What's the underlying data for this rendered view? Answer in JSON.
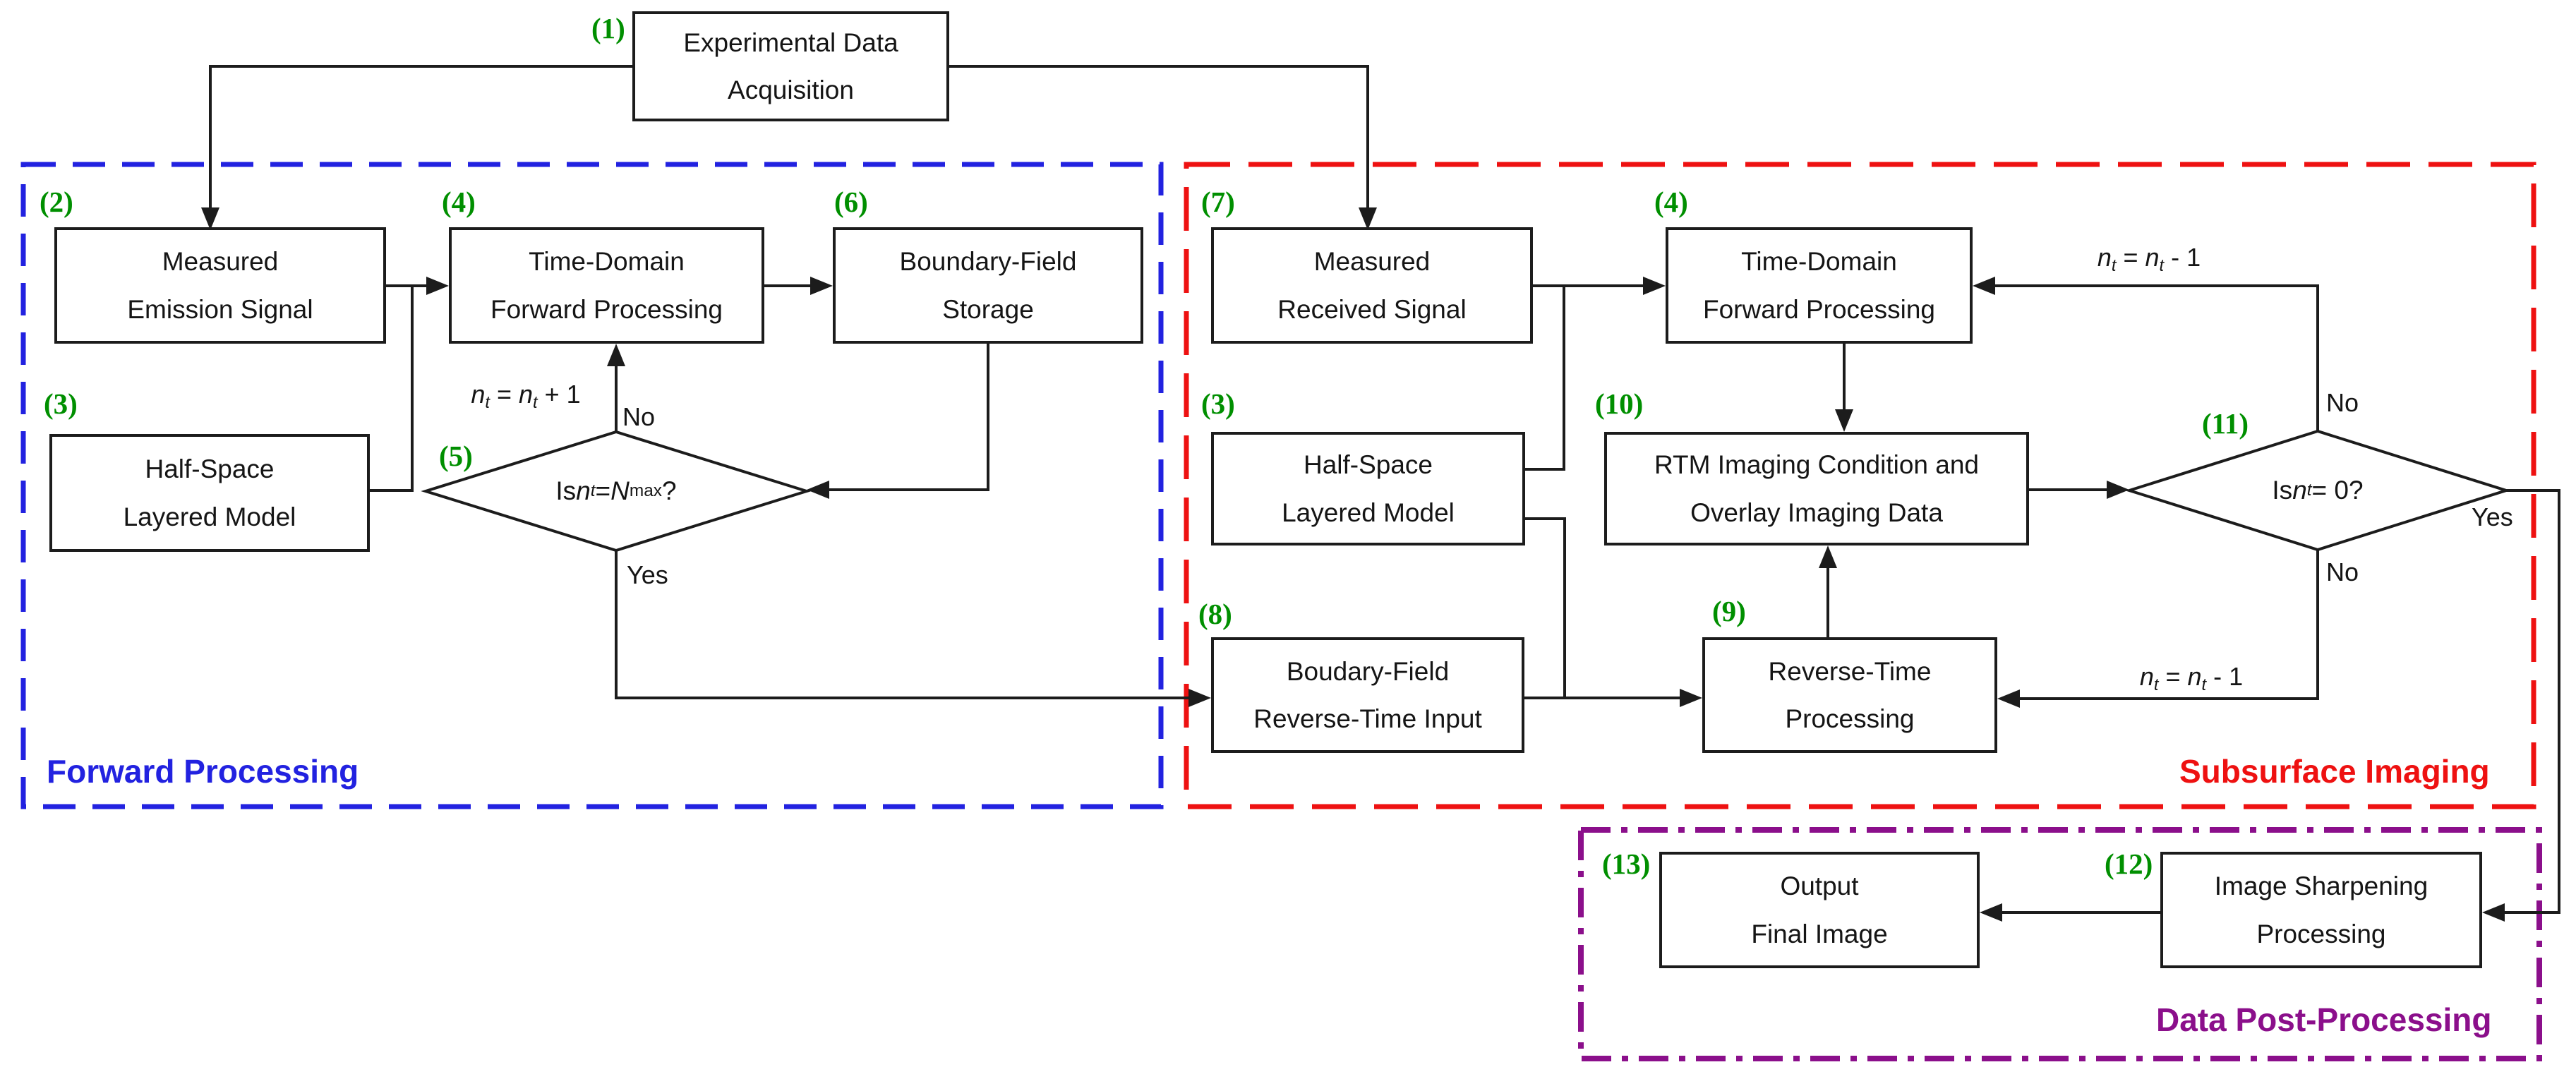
{
  "title": "RTM processing flowchart",
  "colors": {
    "step_number_green": "#008f00",
    "forward_region_blue": "#2222e0",
    "subsurface_region_red": "#ee1111",
    "postprocessing_region_purple": "#8b0f8b",
    "wire_black": "#1c1c1c",
    "box_background": "#ffffff"
  },
  "regions": {
    "forward": {
      "label": "Forward Processing"
    },
    "subsurface": {
      "label": "Subsurface Imaging"
    },
    "post": {
      "label": "Data Post-Processing"
    }
  },
  "nodes": {
    "experimental_data": {
      "num": "(1)",
      "label": "Experimental Data\nAcquisition"
    },
    "measured_emission": {
      "num": "(2)",
      "label": "Measured\nEmission Signal"
    },
    "half_space_left": {
      "num": "(3)",
      "label": "Half-Space\nLayered Model"
    },
    "forward_processing_left": {
      "num": "(4)",
      "label": "Time-Domain\nForward Processing"
    },
    "boundary_storage": {
      "num": "(6)",
      "label": "Boundary-Field\nStorage"
    },
    "measured_received": {
      "num": "(7)",
      "label": "Measured\nReceived Signal"
    },
    "forward_processing_right": {
      "num": "(4)",
      "label": "Time-Domain\nForward Processing"
    },
    "half_space_right": {
      "num": "(3)",
      "label": "Half-Space\nLayered Model"
    },
    "rtm_imaging": {
      "num": "(10)",
      "label": "RTM Imaging Condition and\nOverlay Imaging Data"
    },
    "boundary_reverse": {
      "num": "(8)",
      "label": "Boudary-Field\nReverse-Time Input"
    },
    "reverse_time": {
      "num": "(9)",
      "label": "Reverse-Time\nProcessing"
    },
    "image_sharpening": {
      "num": "(12)",
      "label": "Image Sharpening\nProcessing"
    },
    "output_final": {
      "num": "(13)",
      "label": "Output\nFinal Image"
    }
  },
  "decisions": {
    "is_nt_nmax": {
      "num": "(5)",
      "segments": [
        {
          "t": "Is ",
          "c": ""
        },
        {
          "t": "n",
          "c": "i"
        },
        {
          "t": "t",
          "c": "isb"
        },
        {
          "t": " = ",
          "c": ""
        },
        {
          "t": "N",
          "c": "i"
        },
        {
          "t": "max",
          "c": "sb"
        },
        {
          "t": "?",
          "c": ""
        }
      ]
    },
    "is_nt_zero": {
      "num": "(11)",
      "segments": [
        {
          "t": "Is ",
          "c": ""
        },
        {
          "t": "n",
          "c": "i"
        },
        {
          "t": "t",
          "c": "isb"
        },
        {
          "t": " = 0?",
          "c": ""
        }
      ]
    }
  },
  "annotations": {
    "nt_increment": {
      "segments": [
        {
          "t": "n",
          "c": "i"
        },
        {
          "t": "t",
          "c": "isb"
        },
        {
          "t": " = ",
          "c": ""
        },
        {
          "t": "n",
          "c": "i"
        },
        {
          "t": "t",
          "c": "isb"
        },
        {
          "t": " + 1",
          "c": ""
        }
      ]
    },
    "nt_decrement": {
      "segments": [
        {
          "t": "n",
          "c": "i"
        },
        {
          "t": "t",
          "c": "isb"
        },
        {
          "t": " = ",
          "c": ""
        },
        {
          "t": "n",
          "c": "i"
        },
        {
          "t": "t",
          "c": "isb"
        },
        {
          "t": " - 1",
          "c": ""
        }
      ]
    },
    "no_forward": "No",
    "yes_forward": "Yes",
    "no_imaging_top": "No",
    "yes_imaging": "Yes",
    "no_imaging_bottom": "No"
  }
}
